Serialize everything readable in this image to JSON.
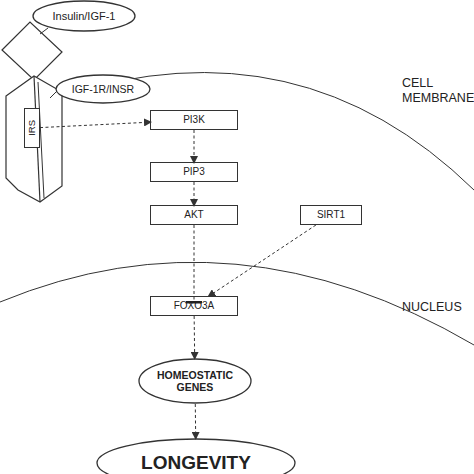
{
  "diagram": {
    "nodes": [
      {
        "text": [
          "Insulin/IGF-1"
        ]
      },
      {
        "text": [
          "IGF-1R/INSR"
        ]
      },
      {
        "text": [
          "IRS"
        ]
      },
      {
        "text": [
          "PI3K"
        ]
      },
      {
        "text": [
          "PIP3"
        ]
      },
      {
        "text": [
          "AKT"
        ]
      },
      {
        "text": [
          "SIRT1"
        ]
      },
      {
        "text": [
          "FOXO3A"
        ]
      },
      {
        "text": [
          "HOMEOSTATIC GENES"
        ]
      },
      {
        "text": [
          "LONGEVITY"
        ]
      }
    ],
    "edges": [
      {
        "from": 2,
        "to": 3,
        "arrow": "to"
      },
      {
        "from": 3,
        "to": 4,
        "arrow": "to"
      },
      {
        "from": 4,
        "to": 5,
        "arrow": "to"
      },
      {
        "from": 5,
        "to": 7,
        "arrow": "to"
      },
      {
        "from": 6,
        "to": 7,
        "arrow": "to"
      },
      {
        "from": 7,
        "to": 8,
        "arrow": "to"
      },
      {
        "from": 8,
        "to": 9,
        "arrow": "to"
      }
    ],
    "labels": [
      "CELL MEMBRANE",
      "NUCLEUS"
    ]
  }
}
